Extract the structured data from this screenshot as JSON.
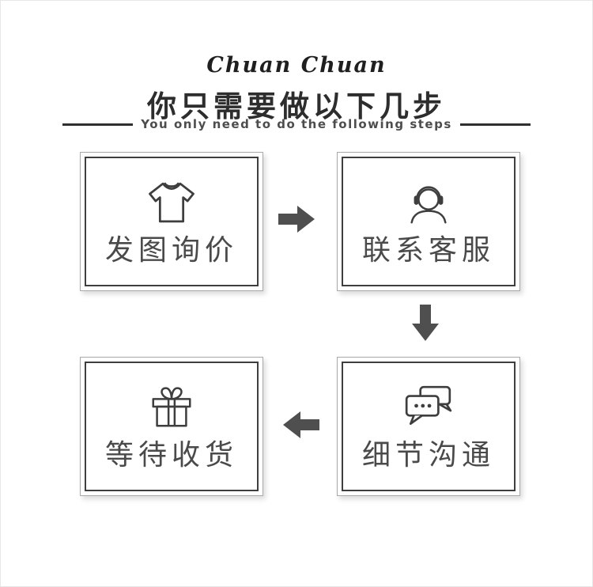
{
  "page": {
    "brand": "Chuan Chuan",
    "title": "你只需要做以下几步",
    "subtitle": "You only need to do the following steps"
  },
  "steps": [
    {
      "label": "发图询价",
      "icon": "tshirt-icon"
    },
    {
      "label": "联系客服",
      "icon": "customer-service-icon"
    },
    {
      "label": "细节沟通",
      "icon": "chat-bubbles-icon"
    },
    {
      "label": "等待收货",
      "icon": "gift-box-icon"
    }
  ],
  "flow": {
    "arrow_1": "right",
    "arrow_2": "down",
    "arrow_3": "left"
  },
  "colors": {
    "ink": "#3e3e3e",
    "label": "#4a4a4a",
    "arrow": "#4f4f4f",
    "background": "#ffffff"
  }
}
